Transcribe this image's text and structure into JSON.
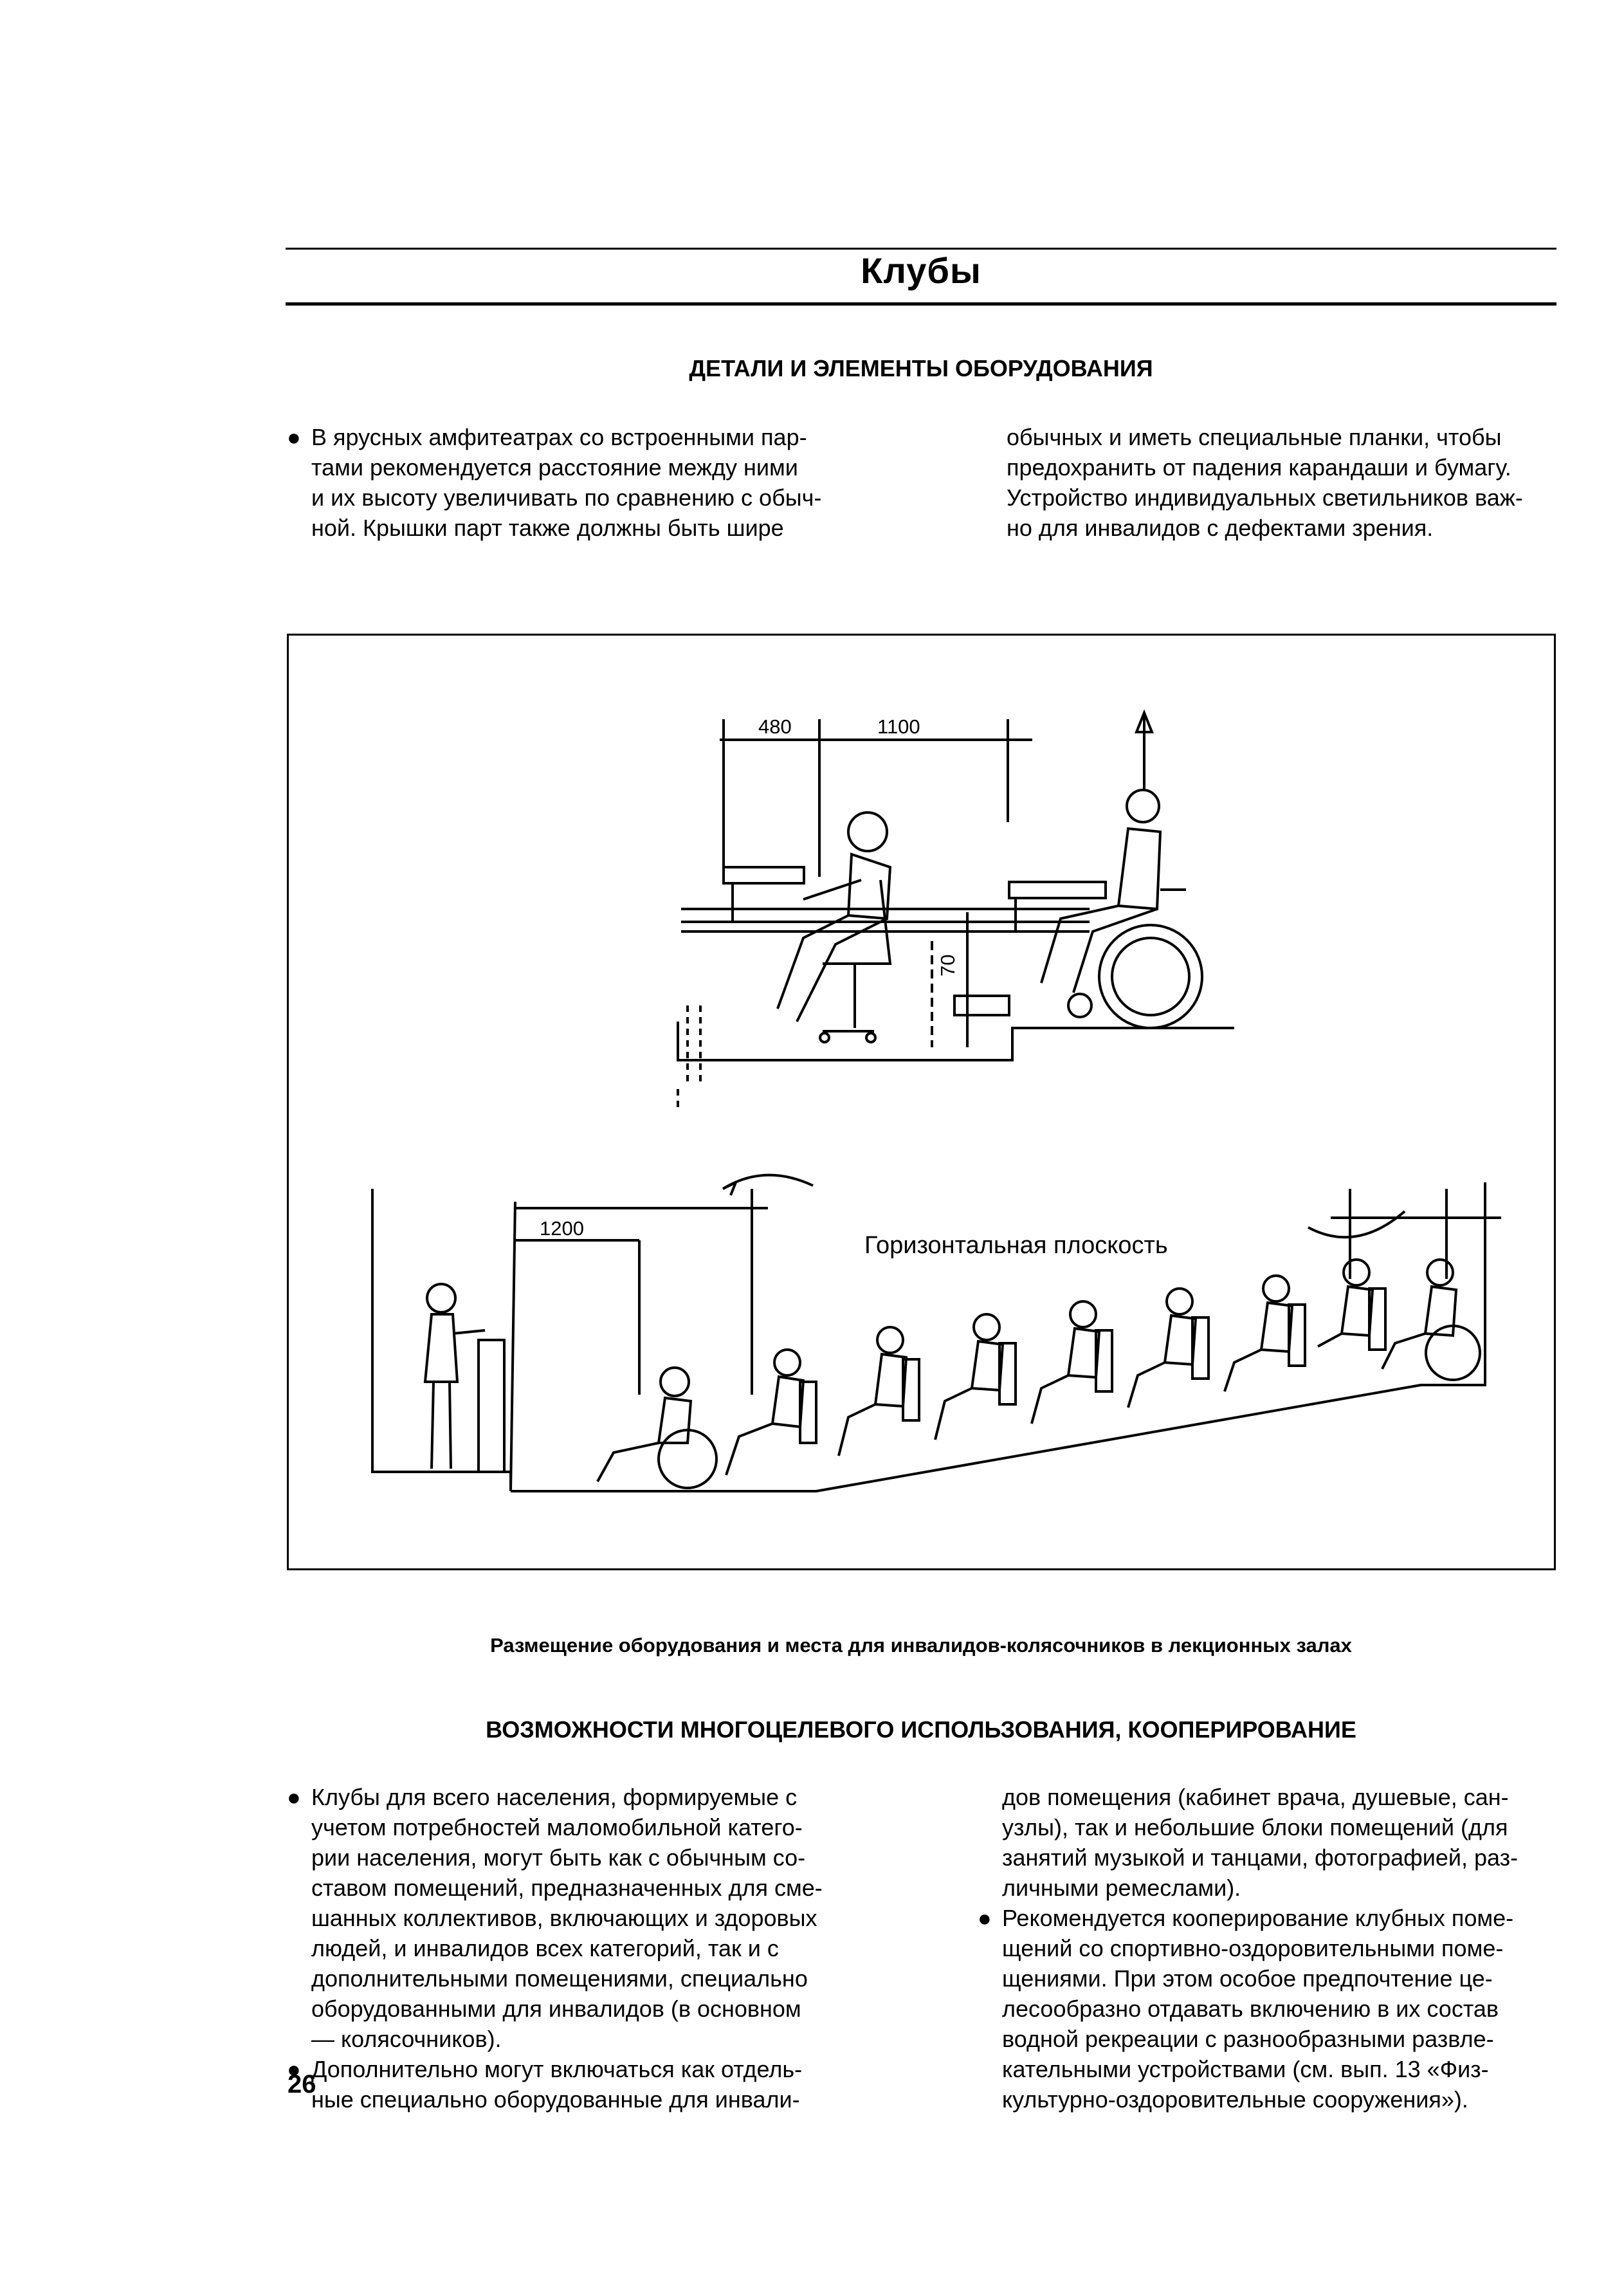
{
  "page": {
    "section_title": "Клубы",
    "page_number": "26"
  },
  "section1": {
    "heading": "ДЕТАЛИ И ЭЛЕМЕНТЫ ОБОРУДОВАНИЯ",
    "left_lines": [
      "В ярусных амфитеатрах со встроенными пар-",
      "тами рекомендуется расстояние между ними",
      "и их высоту увеличивать по сравнению с обыч-",
      "ной. Крышки парт также должны быть шире"
    ],
    "right_lines": [
      "обычных и иметь специальные планки, чтобы",
      "предохранить от падения карандаши и бумагу.",
      "Устройство индивидуальных светильников важ-",
      "но для инвалидов с дефектами зрения."
    ]
  },
  "figure": {
    "dim_480": "480",
    "dim_1100": "1100",
    "dim_70": "70",
    "dim_1200": "1200",
    "horizontal_plane_label": "Горизонтальная плоскость",
    "caption": "Размещение оборудования и места для инвалидов-колясочников в лекционных залах"
  },
  "section2": {
    "heading": "ВОЗМОЖНОСТИ МНОГОЦЕЛЕВОГО ИСПОЛЬЗОВАНИЯ, КООПЕРИРОВАНИЕ",
    "left_bullet1_lines": [
      "Клубы для всего населения, формируемые с",
      "учетом потребностей маломобильной катего-",
      "рии населения, могут быть как с обычным со-",
      "ставом помещений, предназначенных для сме-",
      "шанных коллективов, включающих и здоровых",
      "людей, и инвалидов всех категорий, так и с",
      "дополнительными помещениями, специально",
      "оборудованными для инвалидов (в основном",
      "— колясочников)."
    ],
    "left_bullet2_lines": [
      "Дополнительно могут включаться как отдель-",
      "ные специально оборудованные для инвали-"
    ],
    "right_para_lines": [
      "дов помещения (кабинет врача, душевые, сан-",
      "узлы), так и небольшие блоки помещений (для",
      "занятий музыкой и танцами, фотографией, раз-",
      "личными ремеслами)."
    ],
    "right_bullet_lines": [
      "Рекомендуется кооперирование клубных поме-",
      "щений со спортивно-оздоровительными поме-",
      "щениями. При этом особое предпочтение це-",
      "лесообразно отдавать включению в их состав",
      "водной рекреации с разнообразными развле-",
      "кательными устройствами (см. вып. 13 «Физ-",
      "культурно-оздоровительные сооружения»)."
    ]
  }
}
